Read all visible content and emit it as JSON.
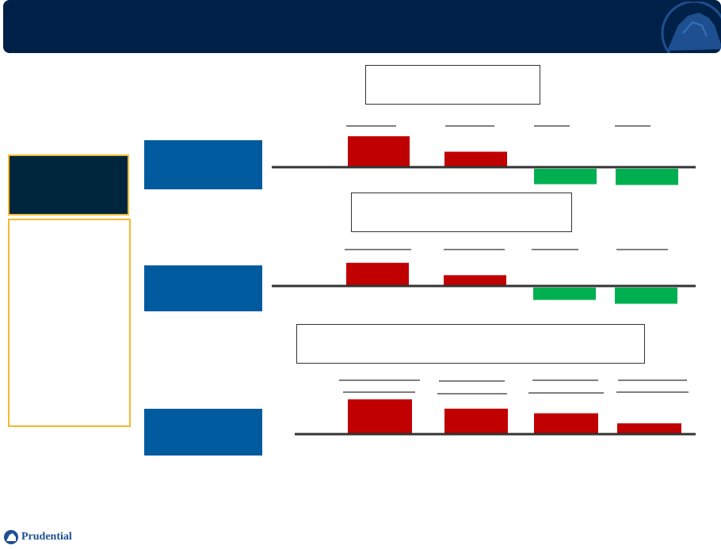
{
  "header": {
    "title": ""
  },
  "brand": {
    "name": "Prudential"
  },
  "colors": {
    "navy": "#002147",
    "blue": "#005a9e",
    "red": "#c00000",
    "green": "#00b050",
    "gold": "#f2b92e"
  },
  "chart_data": [
    {
      "type": "bar",
      "title": "",
      "categories": [
        "",
        "",
        "",
        ""
      ],
      "values": [
        4,
        2,
        -2,
        -2.1
      ],
      "ylim": [
        -2.5,
        4.5
      ]
    },
    {
      "type": "bar",
      "title": "",
      "categories": [
        "",
        "",
        "",
        ""
      ],
      "values": [
        3,
        1.4,
        -1.6,
        -2.1
      ],
      "ylim": [
        -2.5,
        4.5
      ]
    },
    {
      "type": "bar",
      "title": "",
      "categories": [
        "",
        "",
        "",
        ""
      ],
      "values": [
        4.5,
        3.3,
        2.7,
        1.4
      ],
      "ylim": [
        -2.5,
        4.5
      ]
    }
  ]
}
